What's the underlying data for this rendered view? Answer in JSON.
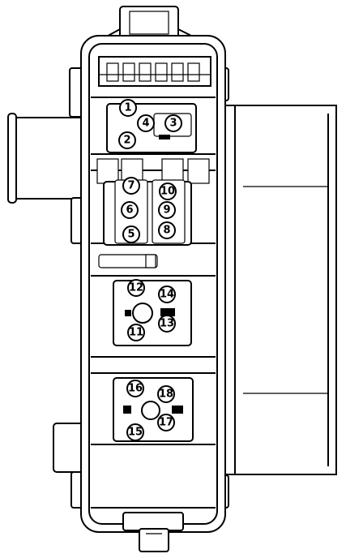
{
  "connector_labels": {
    "c1": "1",
    "c2": "2",
    "c3": "3",
    "c4": "4",
    "c5": "5",
    "c6": "6",
    "c7": "7",
    "c8": "8",
    "c9": "9",
    "c10": "10",
    "c11": "11",
    "c12": "12",
    "c13": "13",
    "c14": "14",
    "c15": "15",
    "c16": "16",
    "c17": "17",
    "c18": "18"
  }
}
